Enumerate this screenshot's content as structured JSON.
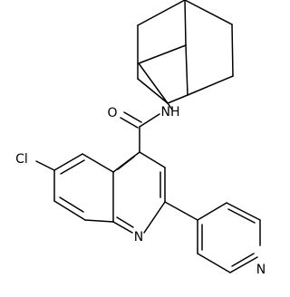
{
  "molecule": {
    "colors": {
      "bond": "#000000",
      "background": "#ffffff"
    },
    "labels": {
      "cl": "Cl",
      "o": "O",
      "nh": "NH",
      "n_quinoline": "N",
      "n_pyridine": "N"
    }
  }
}
